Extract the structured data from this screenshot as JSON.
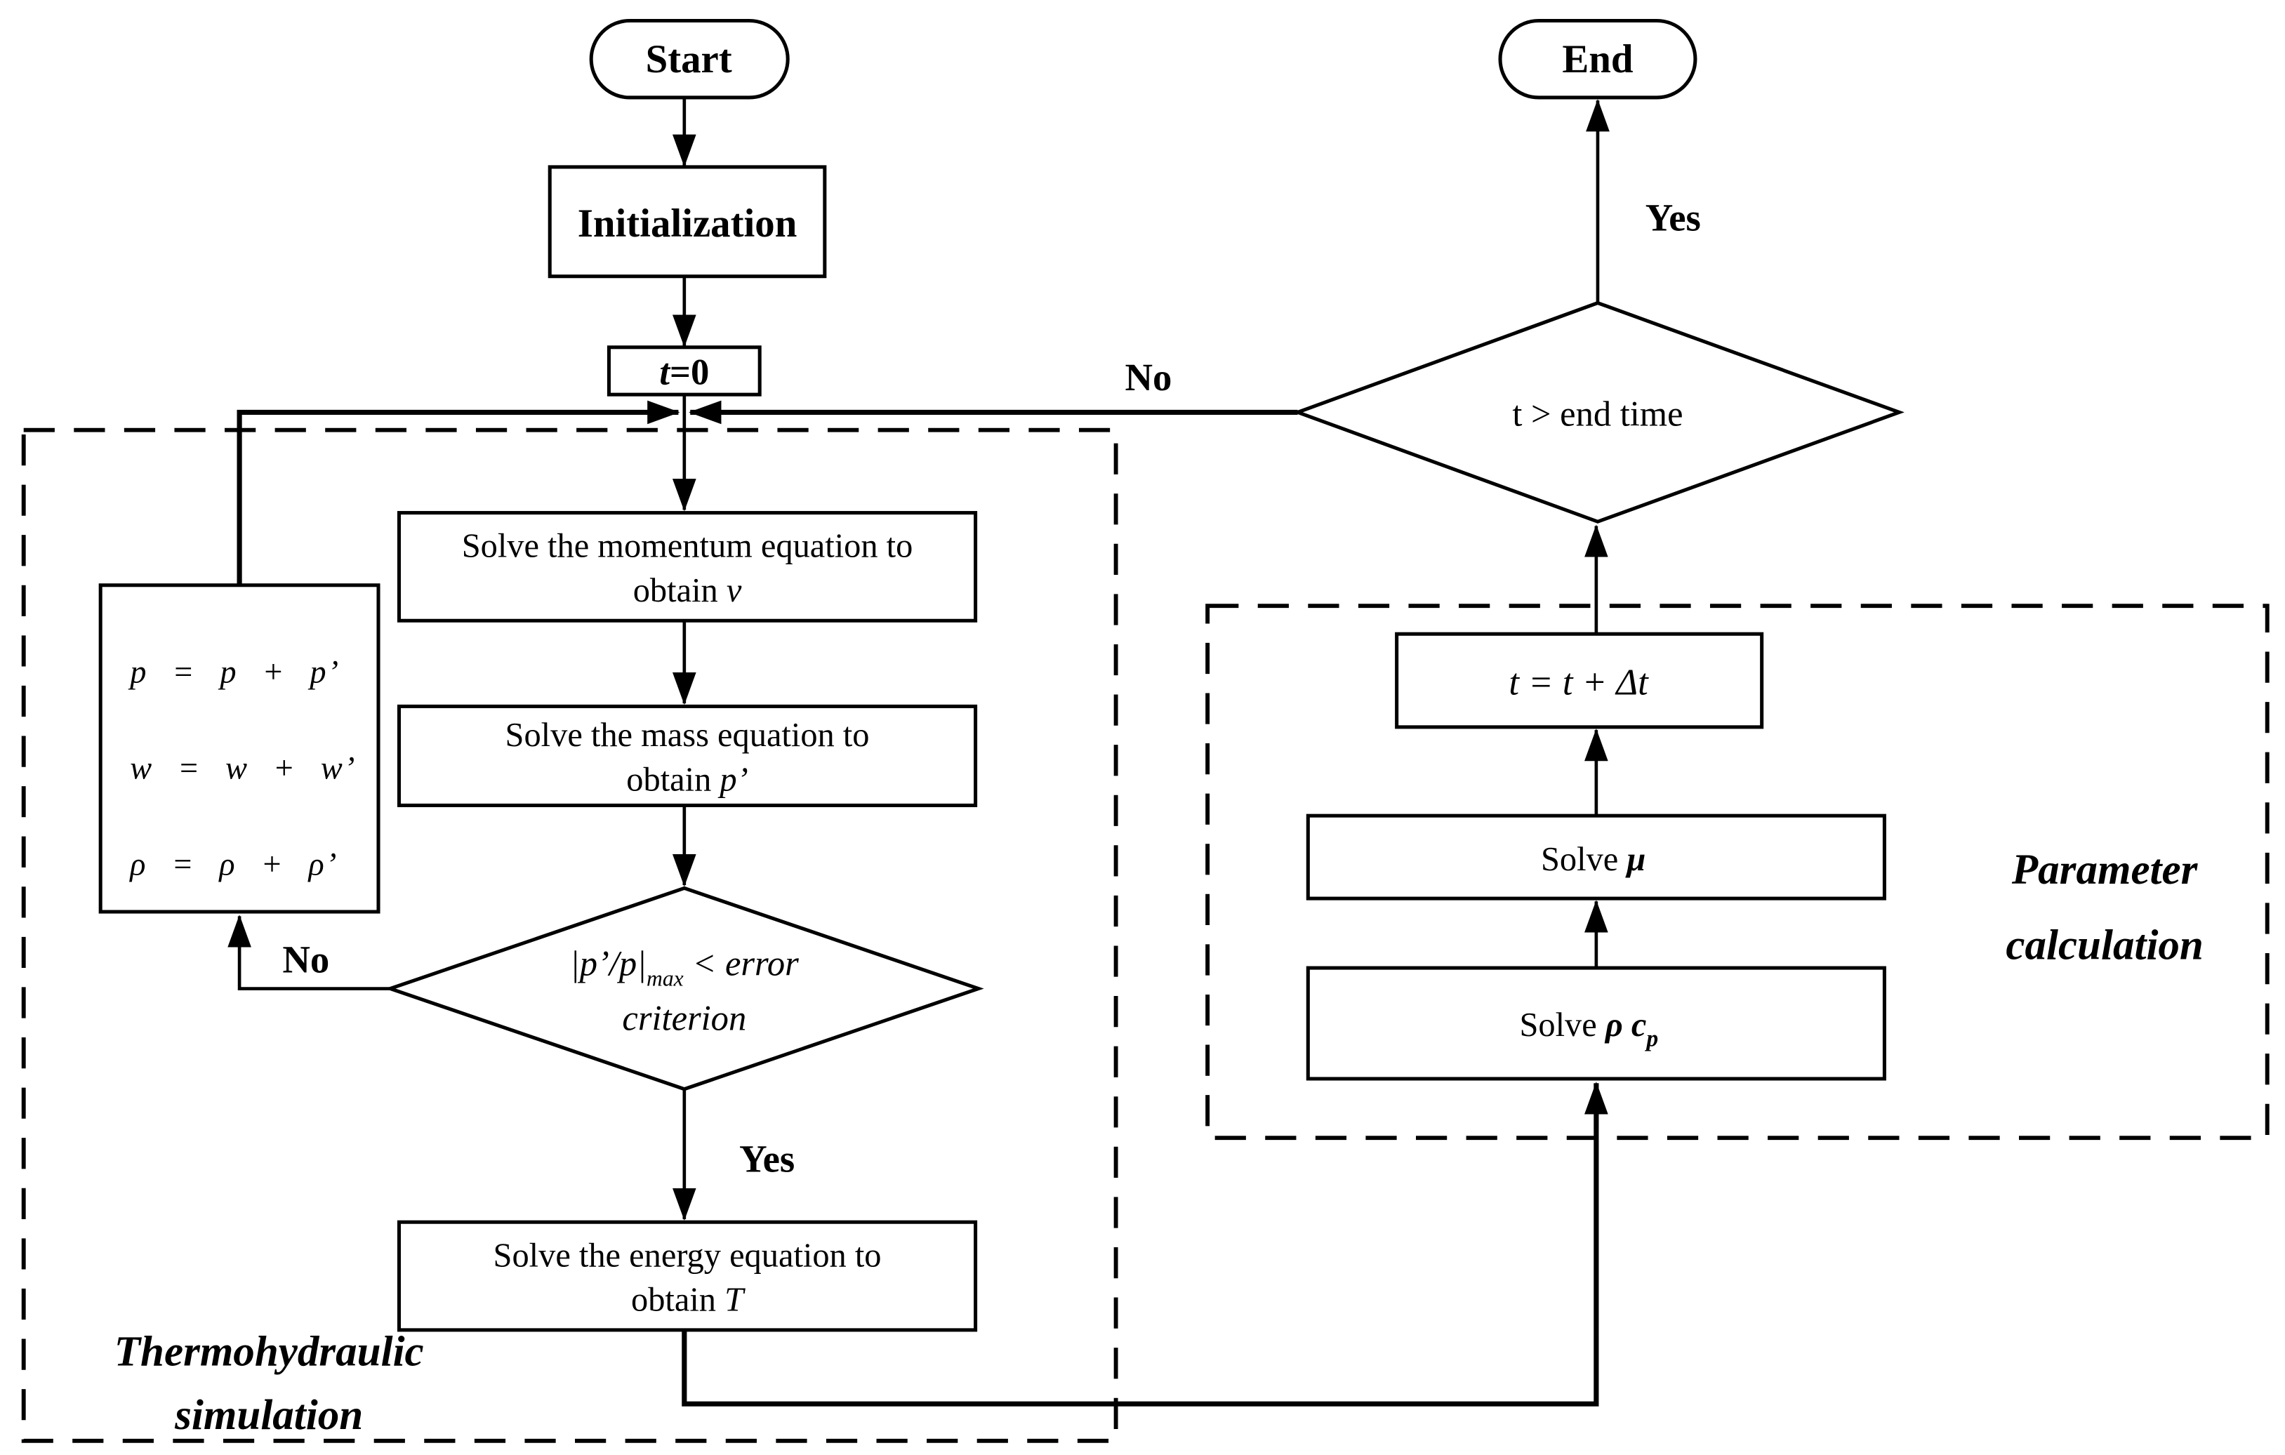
{
  "flowchart": {
    "background": "#ffffff",
    "line_color": "#000000",
    "nodes": {
      "start": {
        "label": "Start"
      },
      "initialization": {
        "label": "Initialization"
      },
      "t_zero": {
        "var": "t",
        "rest": "=0"
      },
      "momentum": {
        "line1": "Solve the momentum equation to",
        "line2_prefix": "obtain ",
        "line2_var": "v"
      },
      "mass": {
        "line1": "Solve the mass equation to",
        "line2_prefix": "obtain ",
        "line2_var": "p’"
      },
      "pressure_check": {
        "line1_abs": "|p’/p|",
        "line1_sub": "max",
        "line1_rest": " < error",
        "line2": "criterion"
      },
      "energy": {
        "line1": "Solve the energy equation to",
        "line2_prefix": "obtain ",
        "line2_var": "T"
      },
      "correction": {
        "line1": "p = p + p’",
        "line2": "w = w + w’",
        "line3": "ρ = ρ + ρ’"
      },
      "solve_rho_cp": {
        "prefix": "Solve ",
        "var1": "ρ ",
        "var2": "c",
        "var2_sub": "p"
      },
      "solve_mu": {
        "prefix": "Solve ",
        "var": "μ"
      },
      "time_step": {
        "label": "t = t + Δt"
      },
      "end_check": {
        "label": "t > end time"
      },
      "end": {
        "label": "End"
      }
    },
    "edge_labels": {
      "loop_no": "No",
      "converge_yes": "Yes",
      "end_no": "No",
      "end_yes": "Yes"
    },
    "groups": {
      "thermohydraulic": {
        "line1": "Thermohydraulic",
        "line2": "simulation"
      },
      "parameter": {
        "line1": "Parameter",
        "line2": "calculation"
      }
    }
  }
}
